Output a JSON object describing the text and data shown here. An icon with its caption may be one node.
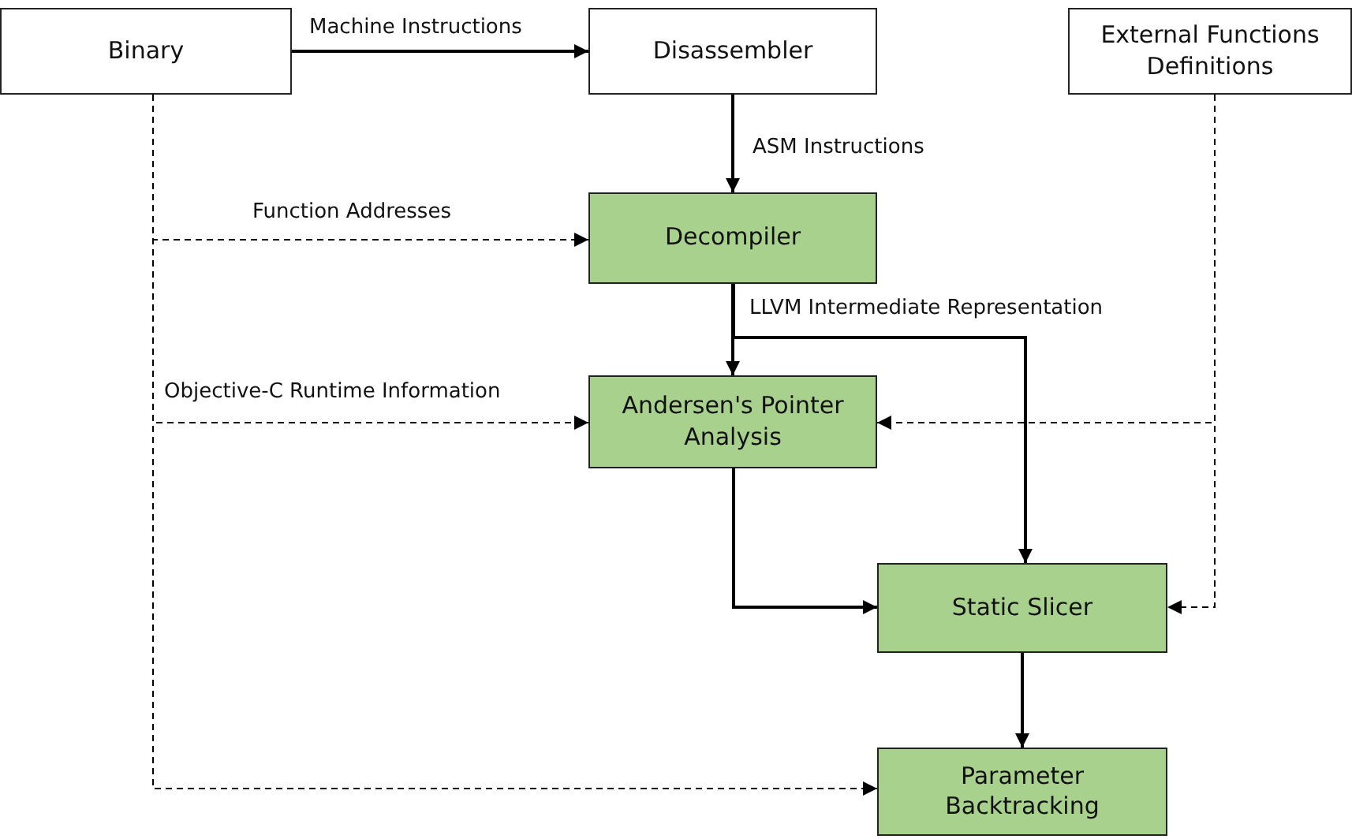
{
  "diagram": {
    "nodes": [
      {
        "text": [
          "Binary"
        ]
      },
      {
        "text": [
          "Disassembler"
        ]
      },
      {
        "text": [
          "External Functions Definitions"
        ]
      },
      {
        "text": [
          "Decompiler"
        ]
      },
      {
        "text": [
          "Andersen's Pointer Analysis"
        ]
      },
      {
        "text": [
          "Static Slicer"
        ]
      },
      {
        "text": [
          "Parameter Backtracking"
        ]
      }
    ],
    "edges": [
      {
        "from": 0,
        "to": 1,
        "arrow": "to",
        "label": "Machine Instructions"
      },
      {
        "from": 1,
        "to": 3,
        "arrow": "to",
        "label": "ASM Instructions"
      },
      {
        "from": 0,
        "to": 3,
        "arrow": "to",
        "label": "Function Addresses",
        "style": "dashed"
      },
      {
        "from": 3,
        "to": 4,
        "arrow": "to",
        "label": "LLVM Intermediate Representation"
      },
      {
        "from": 3,
        "to": 5,
        "arrow": "to"
      },
      {
        "from": 0,
        "to": 4,
        "arrow": "to",
        "label": "Objective-C Runtime Information",
        "style": "dashed"
      },
      {
        "from": 2,
        "to": 4,
        "arrow": "to",
        "style": "dashed"
      },
      {
        "from": 4,
        "to": 5,
        "arrow": "to"
      },
      {
        "from": 2,
        "to": 5,
        "arrow": "to",
        "style": "dashed"
      },
      {
        "from": 5,
        "to": 6,
        "arrow": "to"
      },
      {
        "from": 0,
        "to": 6,
        "arrow": "to",
        "style": "dashed"
      }
    ]
  }
}
